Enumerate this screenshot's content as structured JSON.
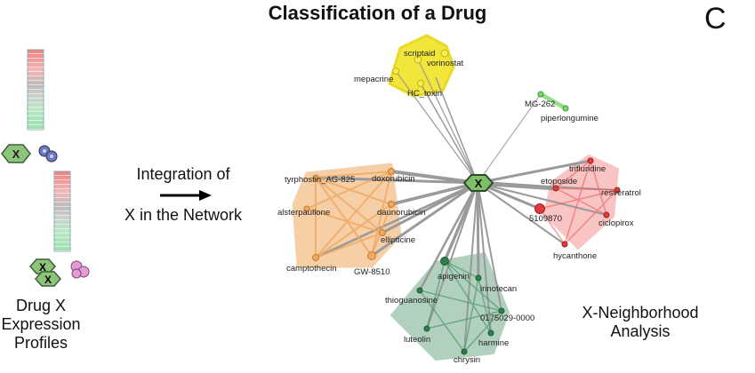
{
  "title": "Classification of a Drug",
  "panel_letter": "C",
  "integration": {
    "line1": "Integration of",
    "line2": "X in the Network"
  },
  "left_caption": {
    "line1": "Drug X",
    "line2": "Expression",
    "line3": "Profiles"
  },
  "right_caption": {
    "line1": "X-Neighborhood",
    "line2": "Analysis"
  },
  "drug_marker": "X",
  "colors": {
    "yellow_cluster": "#f2e21a",
    "green_cluster": "#7dd66c",
    "red_cluster": "#ee5a5a",
    "orange_cluster": "#f0a860",
    "teal_cluster": "#3f8f5f",
    "hub": "#7fbf6a",
    "edge": "#9a9a9a"
  },
  "network": {
    "hub": "X",
    "clusters": [
      {
        "name": "yellow",
        "nodes": [
          "scriptaid",
          "vorinostat",
          "mepacrine",
          "HC_toxin"
        ]
      },
      {
        "name": "green",
        "nodes": [
          "MG-262",
          "piperlongumine"
        ]
      },
      {
        "name": "red",
        "nodes": [
          "trifluridine",
          "etoposide",
          "resveratrol",
          "5109870",
          "ciclopirox",
          "hycanthone"
        ]
      },
      {
        "name": "orange",
        "nodes": [
          "tyrphostin_AG-825",
          "doxorubicin",
          "alsterpaullone",
          "daunorubicin",
          "ellipticine",
          "camptothecin",
          "GW-8510"
        ]
      },
      {
        "name": "teal",
        "nodes": [
          "apigenin",
          "irinotecan",
          "thioguanosine",
          "0175029-0000",
          "luteolin",
          "harmine",
          "chrysin"
        ]
      }
    ]
  }
}
